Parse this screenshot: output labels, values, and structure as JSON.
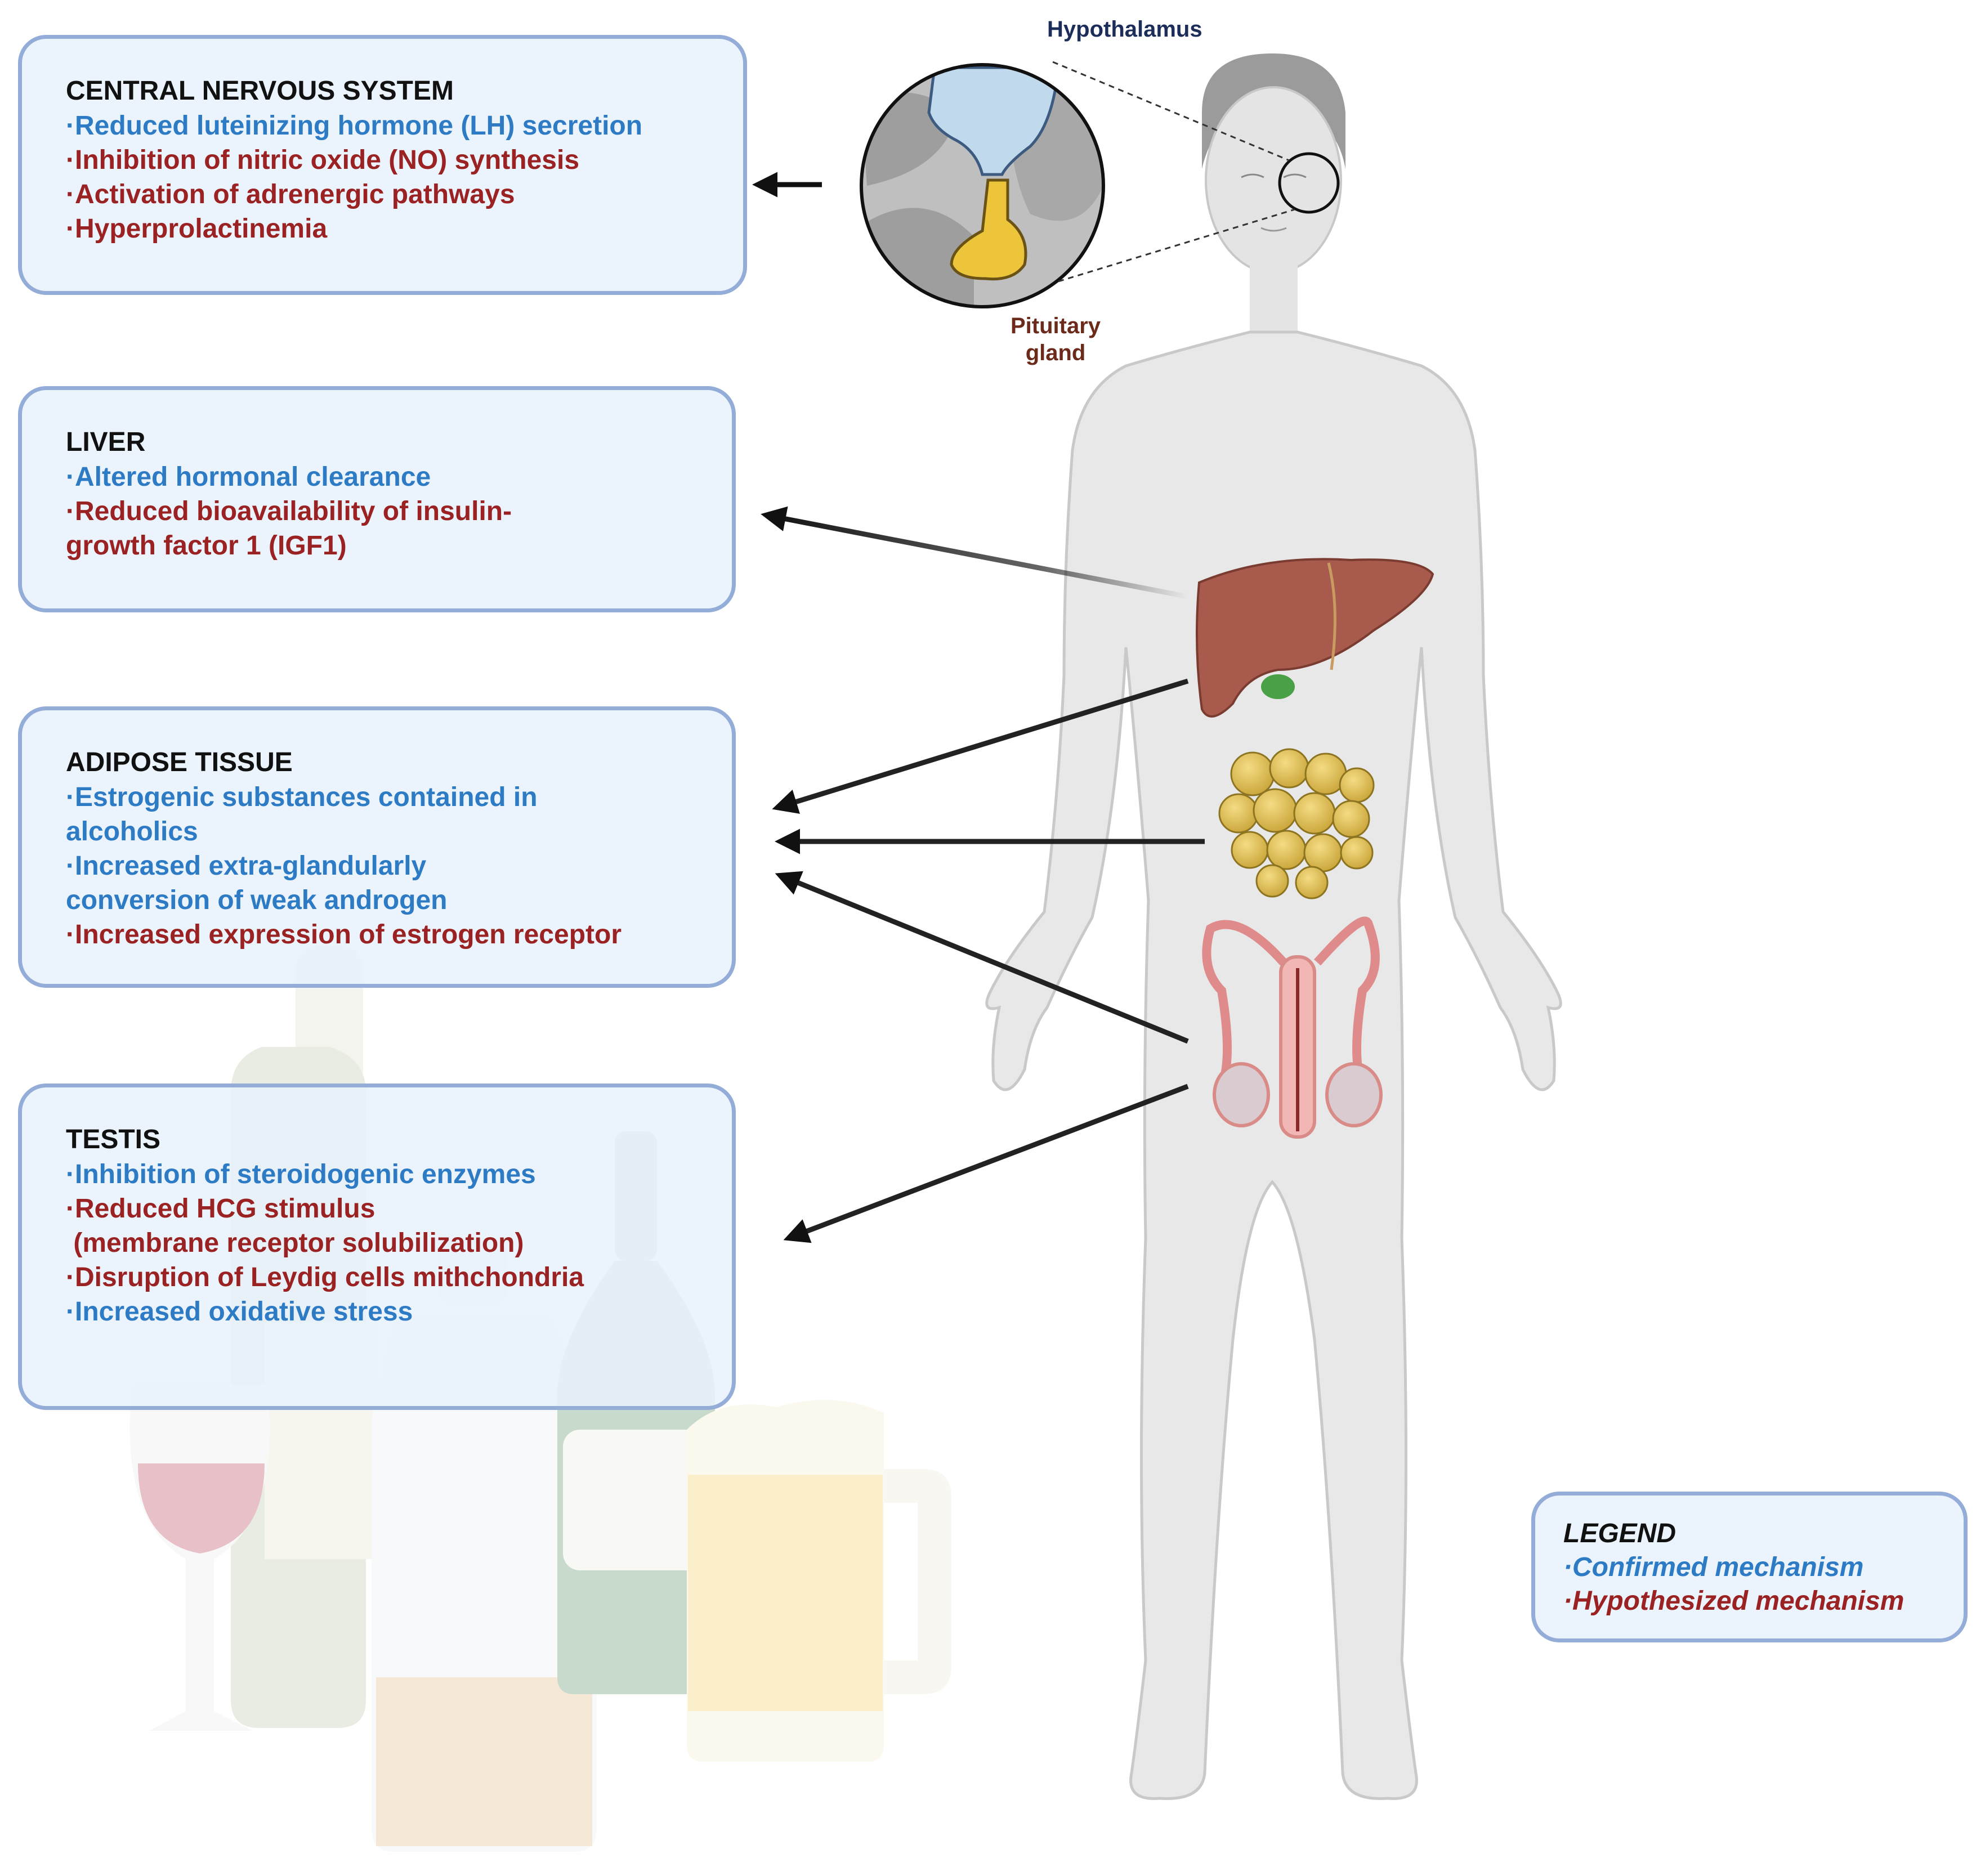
{
  "colors": {
    "confirmed": "#2d7ac5",
    "hypothesized": "#9b2222",
    "title": "#111111",
    "box_border": "#93acd8",
    "box_fill": "#e8f1fc",
    "hypothalamus_label": "#1d2d5a",
    "pituitary_label": "#6b2a1a"
  },
  "labels": {
    "hypothalamus": "Hypothalamus",
    "pituitary_line1": "Pituitary",
    "pituitary_line2": "gland"
  },
  "boxes": {
    "cns": {
      "title": "CENTRAL NERVOUS SYSTEM",
      "items": [
        {
          "bullet": "·",
          "text": "Reduced luteinizing hormone (LH) secretion",
          "kind": "confirmed"
        },
        {
          "bullet": "·",
          "text": "Inhibition of nitric oxide (NO) synthesis",
          "kind": "hypothesized"
        },
        {
          "bullet": "·",
          "text": "Activation of adrenergic pathways",
          "kind": "hypothesized"
        },
        {
          "bullet": "·",
          "text": "Hyperprolactinemia",
          "kind": "hypothesized"
        }
      ]
    },
    "liver": {
      "title": "LIVER",
      "items": [
        {
          "bullet": "·",
          "text": "Altered hormonal clearance",
          "kind": "confirmed"
        },
        {
          "bullet": "·",
          "text": "Reduced bioavailability of insulin-",
          "kind": "hypothesized"
        },
        {
          "bullet": "",
          "text": "growth factor 1 (IGF1)",
          "kind": "hypothesized"
        }
      ]
    },
    "adipose": {
      "title": "ADIPOSE TISSUE",
      "items": [
        {
          "bullet": "·",
          "text": "Estrogenic substances contained in",
          "kind": "confirmed"
        },
        {
          "bullet": "",
          "text": "alcoholics",
          "kind": "confirmed"
        },
        {
          "bullet": "·",
          "text": "Increased extra-glandularly",
          "kind": "confirmed"
        },
        {
          "bullet": "",
          "text": "conversion of weak androgen",
          "kind": "confirmed"
        },
        {
          "bullet": "·",
          "text": "Increased expression of estrogen receptor",
          "kind": "hypothesized"
        }
      ]
    },
    "testis": {
      "title": "TESTIS",
      "items": [
        {
          "bullet": "·",
          "text": "Inhibition of steroidogenic enzymes",
          "kind": "confirmed"
        },
        {
          "bullet": "·",
          "text": "Reduced HCG stimulus",
          "kind": "hypothesized"
        },
        {
          "bullet": "",
          "text": " (membrane receptor solubilization)",
          "kind": "hypothesized"
        },
        {
          "bullet": "·",
          "text": "Disruption of Leydig cells mithchondria",
          "kind": "hypothesized"
        },
        {
          "bullet": "·",
          "text": "Increased oxidative stress",
          "kind": "confirmed"
        }
      ]
    },
    "legend": {
      "title": "LEGEND",
      "items": [
        {
          "bullet": "·",
          "text": "Confirmed mechanism",
          "kind": "confirmed"
        },
        {
          "bullet": "·",
          "text": "Hypothesized mechanism",
          "kind": "hypothesized"
        }
      ]
    }
  }
}
